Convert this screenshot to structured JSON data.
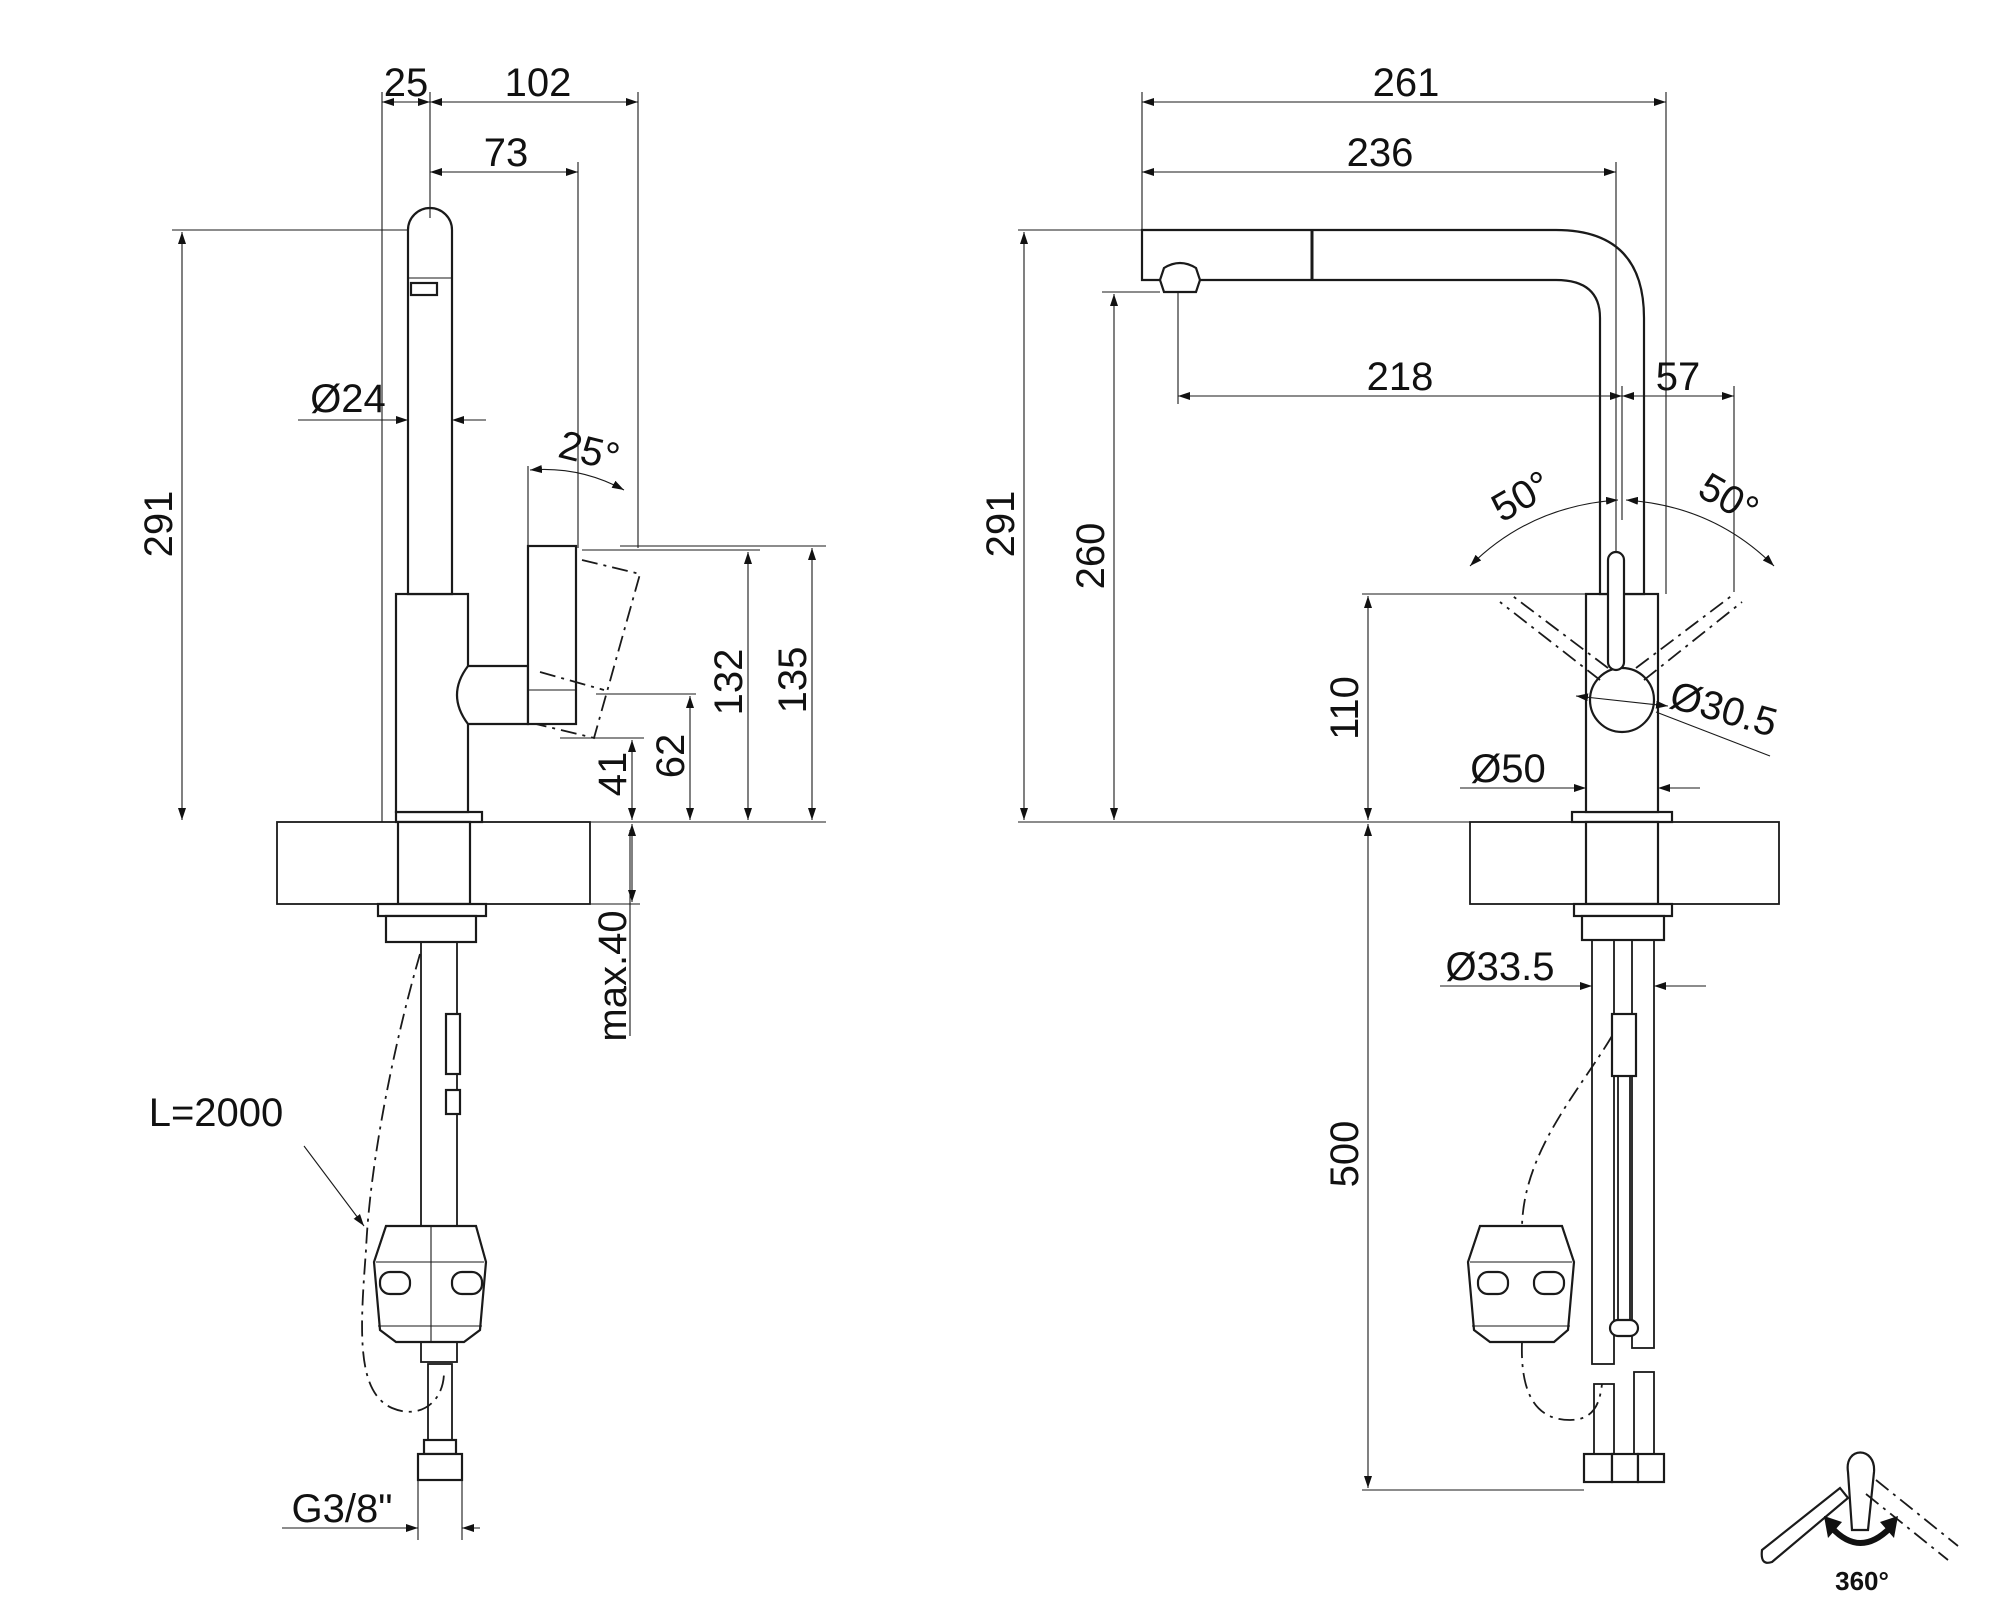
{
  "side_view": {
    "dims": {
      "top_a": "25",
      "top_b": "102",
      "top_c": "73",
      "spout_dia": "Ø24",
      "height_total": "291",
      "lever_angle": "25°",
      "d41": "41",
      "d62": "62",
      "d132": "132",
      "d135": "135",
      "deck_max": "max.40",
      "hose_length": "L=2000",
      "connector": "G3/8\""
    }
  },
  "front_view": {
    "dims": {
      "width_total": "261",
      "width_236": "236",
      "reach_218": "218",
      "offset_57": "57",
      "angle_left": "50°",
      "angle_right": "50°",
      "height_total": "291",
      "spout_height": "260",
      "body_height": "110",
      "handle_dia": "Ø30.5",
      "base_dia": "Ø50",
      "shank_dia": "Ø33.5",
      "hose_500": "500"
    }
  },
  "rotation_badge": {
    "label": "360°",
    "icon": "rotation-arrow-icon"
  }
}
